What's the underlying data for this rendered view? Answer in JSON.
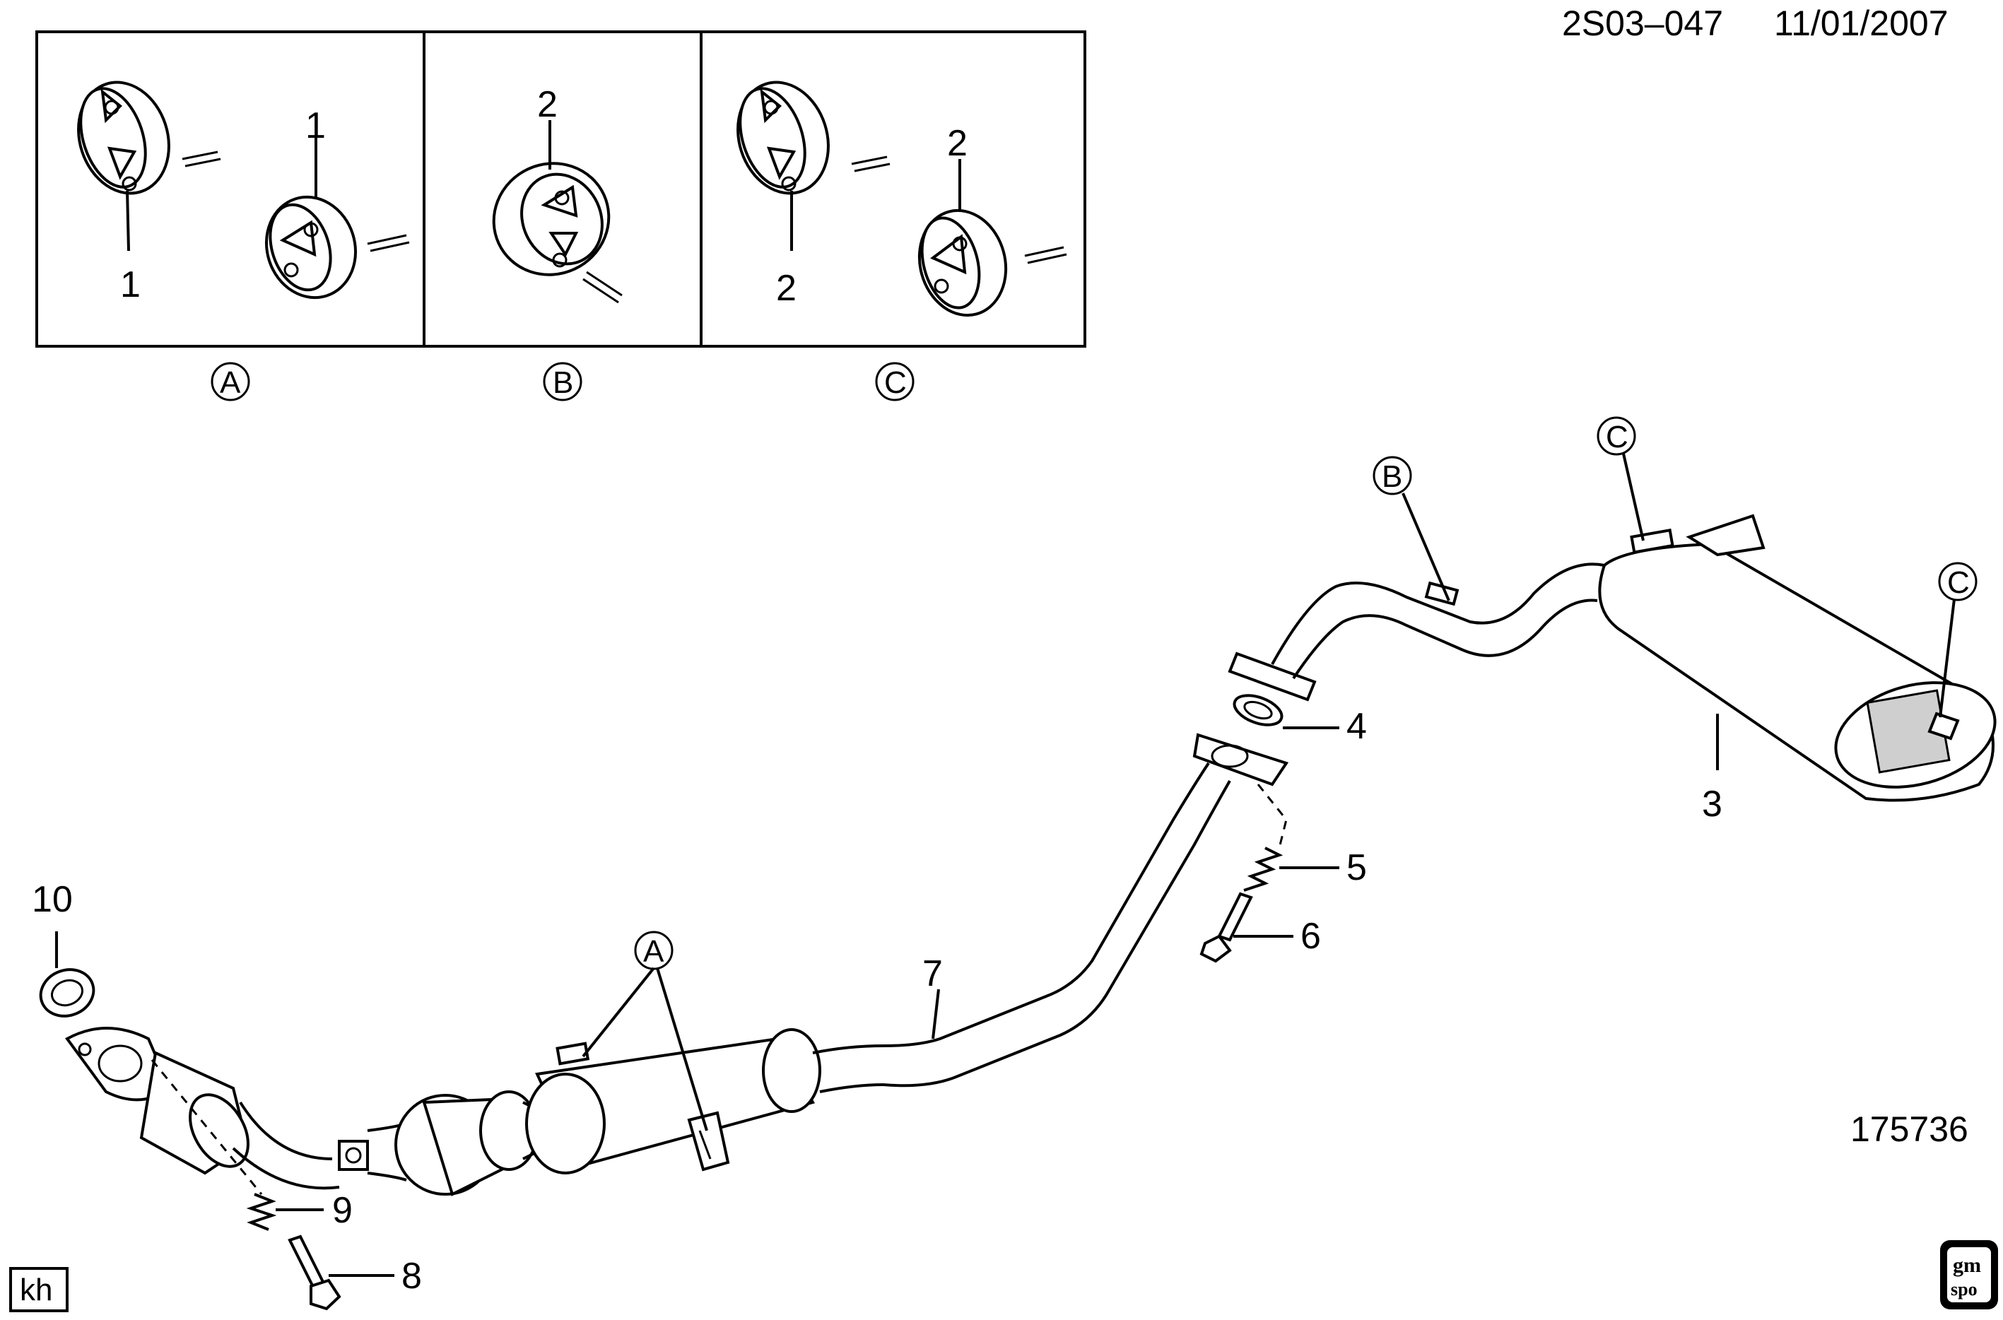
{
  "header": {
    "doc_code": "2S03–047",
    "date": "11/01/2007"
  },
  "footer": {
    "illustration_number": "175736",
    "initials": "kh",
    "logo_text_top": "gm",
    "logo_text_bottom": "spo"
  },
  "inset_panels": [
    {
      "id": "A",
      "caption": "A",
      "labels": [
        "1",
        "1"
      ]
    },
    {
      "id": "B",
      "caption": "B",
      "labels": [
        "2"
      ]
    },
    {
      "id": "C",
      "caption": "C",
      "labels": [
        "2",
        "2"
      ]
    }
  ],
  "callouts": {
    "part_3": "3",
    "part_4": "4",
    "part_5": "5",
    "part_6": "6",
    "part_7": "7",
    "part_8": "8",
    "part_9": "9",
    "part_10": "10",
    "ref_A": "A",
    "ref_B": "B",
    "ref_C1": "C",
    "ref_C2": "C"
  }
}
